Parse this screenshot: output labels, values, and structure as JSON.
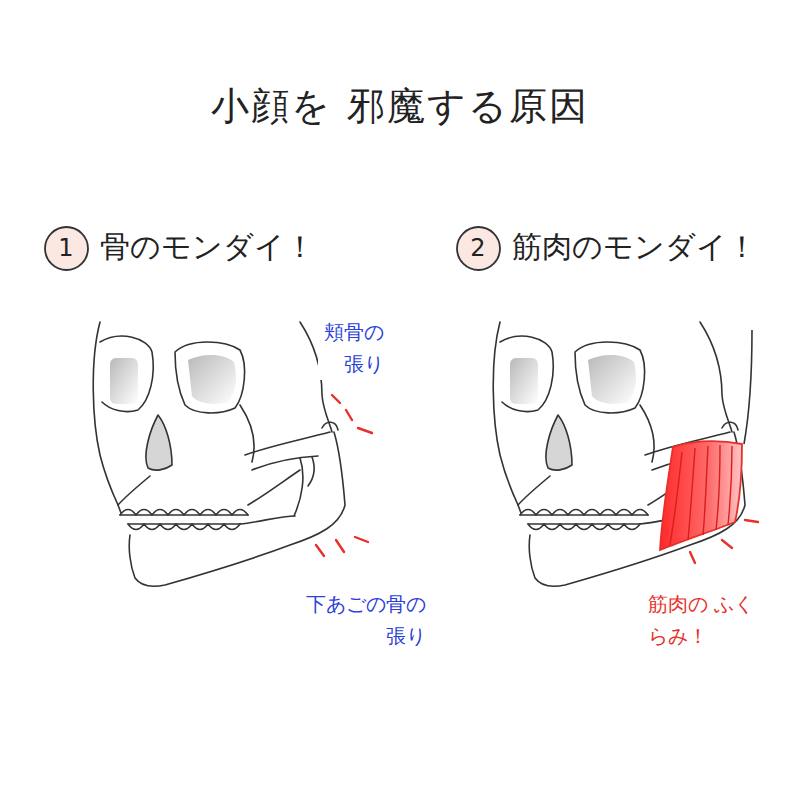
{
  "diagram": {
    "title": "小顔を 邪魔する原因",
    "nodes": [
      {
        "text": [
          "1"
        ]
      },
      {
        "text": [
          "2"
        ]
      }
    ],
    "labels": [
      "骨のモンダイ！",
      "頬骨の 張り",
      "下あごの骨の 張り",
      "筋肉のモンダイ！",
      "筋肉の ふくらみ！"
    ]
  }
}
